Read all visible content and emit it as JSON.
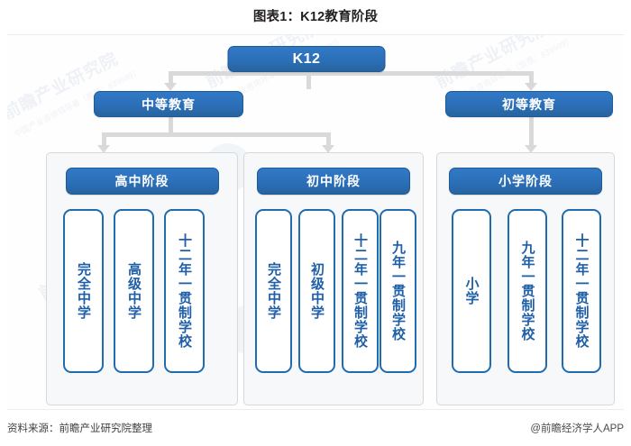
{
  "title": "图表1：K12教育阶段",
  "colors": {
    "node_fill": "#2E72C0",
    "node_border": "#1E5A96",
    "leaf_border": "#1F6CB0",
    "leaf_text": "#1F5FA8",
    "group_fill": "#F7F8F9",
    "group_border": "#D6D8DA",
    "connector": "#D9D9D9"
  },
  "watermark": {
    "brand": "前瞻产业研究院",
    "sub": "中国产业咨询领导者（股票：839599）"
  },
  "nodes": {
    "root": "K12",
    "level2": [
      {
        "label": "中等教育"
      },
      {
        "label": "初等教育"
      }
    ]
  },
  "groups": [
    {
      "header": "高中阶段",
      "leaves": [
        "完全中学",
        "高级中学",
        "十二年一贯制学校"
      ]
    },
    {
      "header": "初中阶段",
      "leaves": [
        "完全中学",
        "初级中学",
        "十二年一贯制学校",
        "九年一贯制学校"
      ]
    },
    {
      "header": "小学阶段",
      "leaves": [
        "小学",
        "九年一贯制学校",
        "十二年一贯制学校"
      ]
    }
  ],
  "footer": {
    "source": "资料来源：前瞻产业研究院整理",
    "brand": "@前瞻经济学人APP"
  }
}
